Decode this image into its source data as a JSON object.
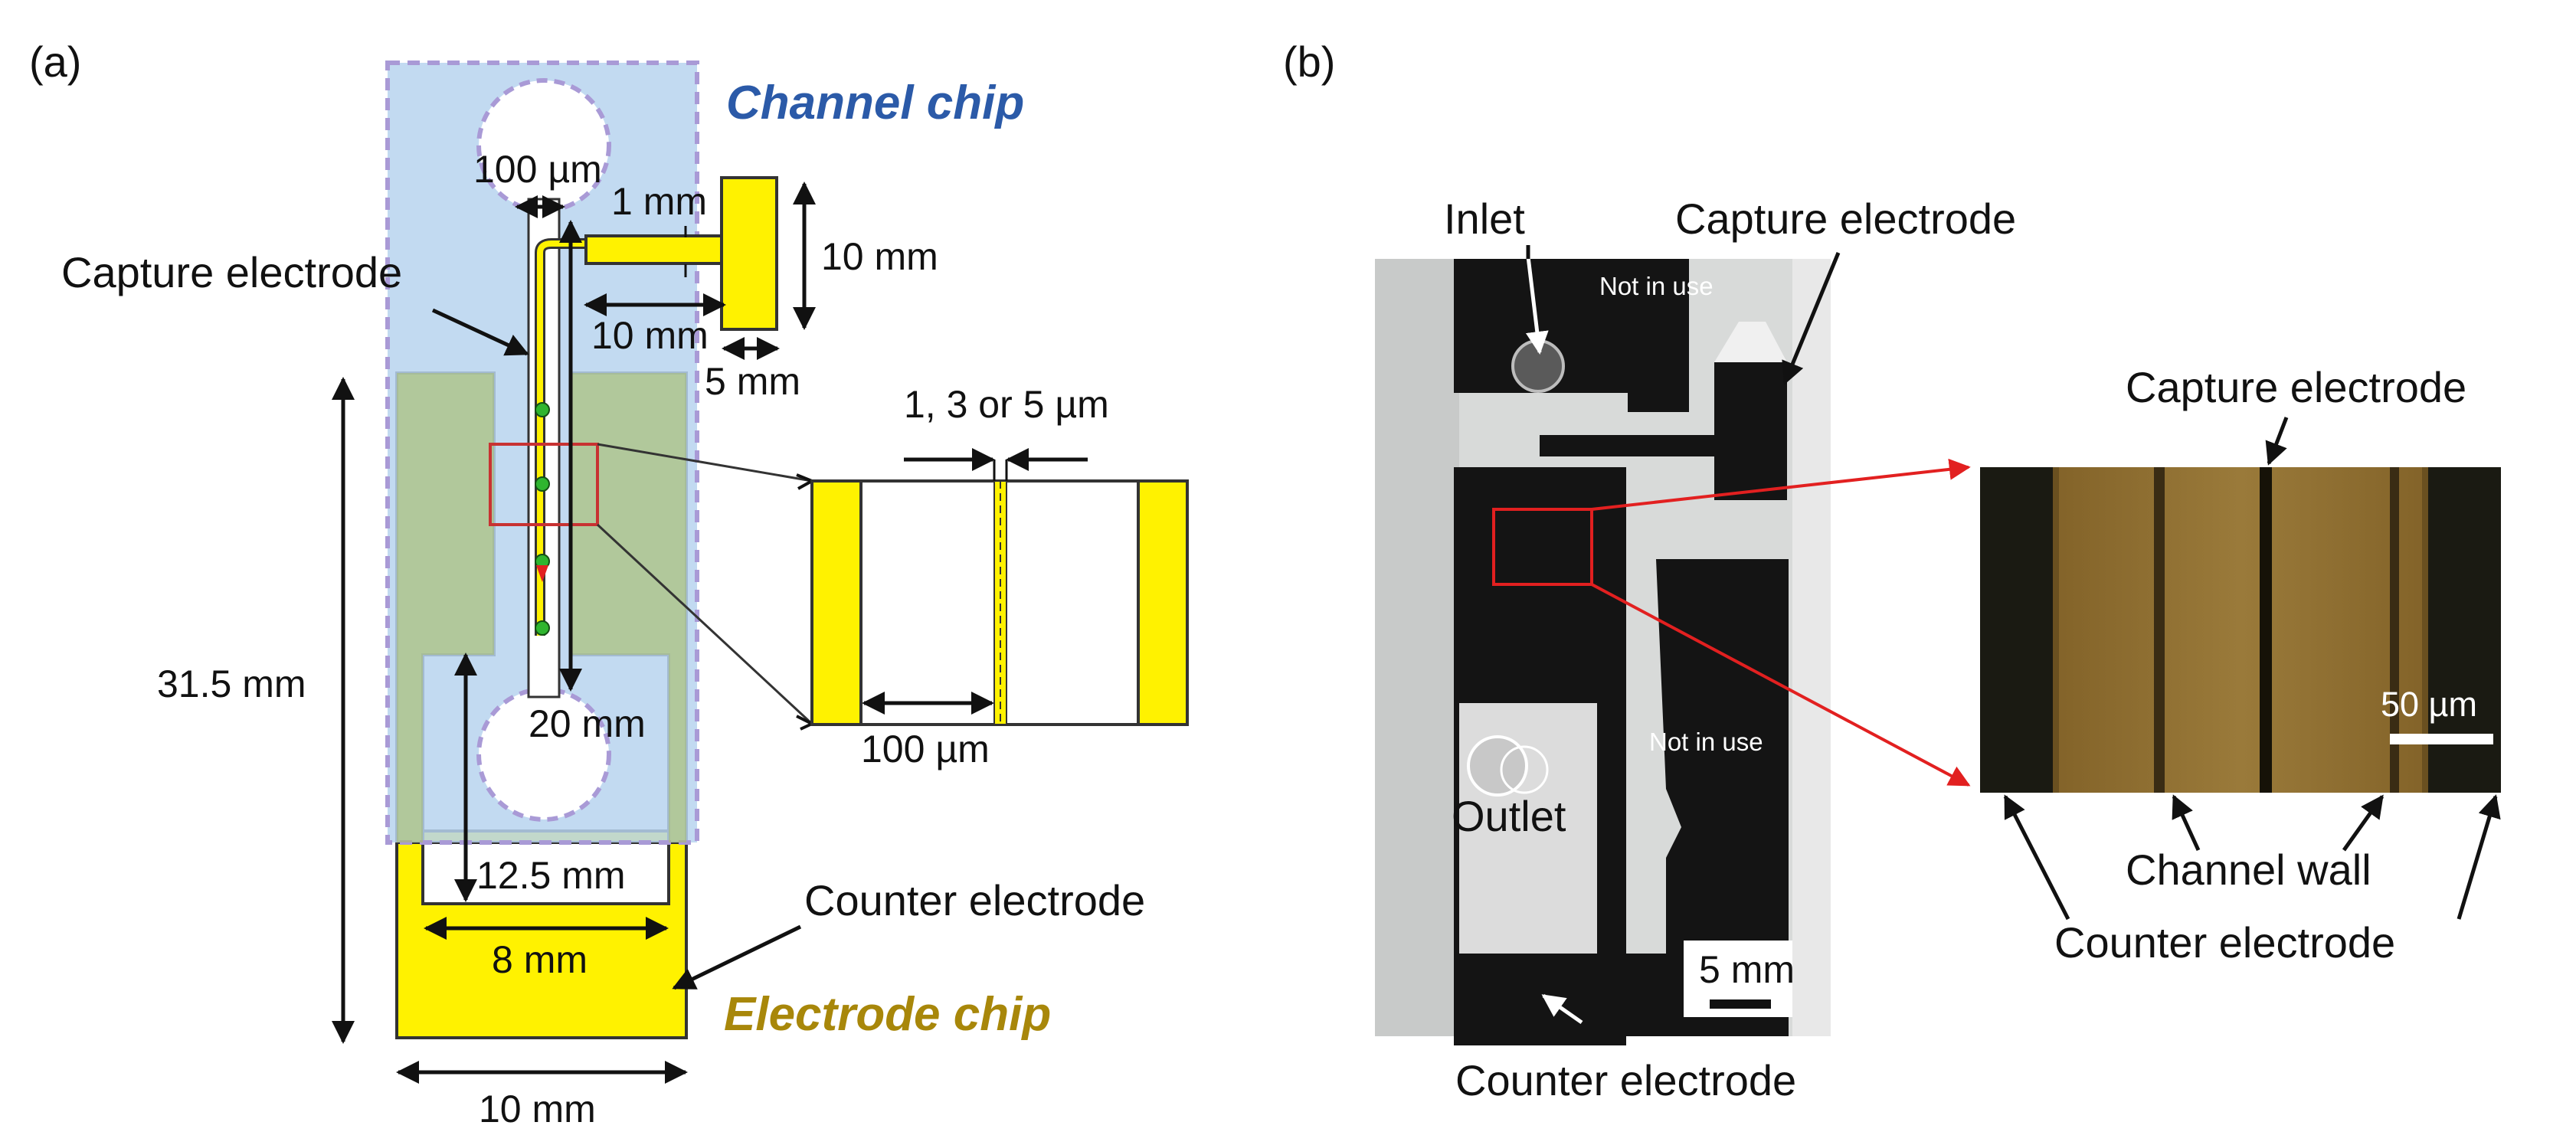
{
  "panel_a": {
    "label": "(a)",
    "channel_chip_title": "Channel chip",
    "electrode_chip_title": "Electrode chip",
    "capture_electrode": "Capture electrode",
    "counter_electrode": "Counter electrode",
    "dim_100um_top": "100 µm",
    "dim_1mm": "1 mm",
    "dim_10mm_pad": "10 mm",
    "dim_10mm_lead": "10 mm",
    "dim_5mm": "5 mm",
    "dim_31_5mm": "31.5 mm",
    "dim_20mm": "20 mm",
    "dim_12_5mm": "12.5 mm",
    "dim_8mm": "8 mm",
    "dim_10mm_bottom": "10 mm",
    "inset_gap": "1, 3 or 5 µm",
    "inset_100um": "100 µm"
  },
  "panel_b": {
    "label": "(b)",
    "inlet": "Inlet",
    "capture_electrode": "Capture electrode",
    "not_in_use_top": "Not in use",
    "not_in_use_mid": "Not in use",
    "outlet": "Outlet",
    "scale_5mm": "5 mm",
    "counter_electrode": "Counter electrode",
    "micro_capture_electrode": "Capture electrode",
    "micro_scale": "50 µm",
    "channel_wall": "Channel wall",
    "micro_counter_electrode": "Counter electrode"
  },
  "colors": {
    "channel_chip_fill": "#b7d3ee",
    "electrode_green": "#c6d45a",
    "electrode_yellow": "#fff200",
    "dashed_outline": "#a99ad6",
    "title_blue": "#2b5aa8",
    "title_gold": "#a8870a",
    "highlight_red": "#e22020"
  },
  "icons": [
    "red-arrow-icon",
    "green-dot-icon",
    "scale-bar-icon"
  ]
}
